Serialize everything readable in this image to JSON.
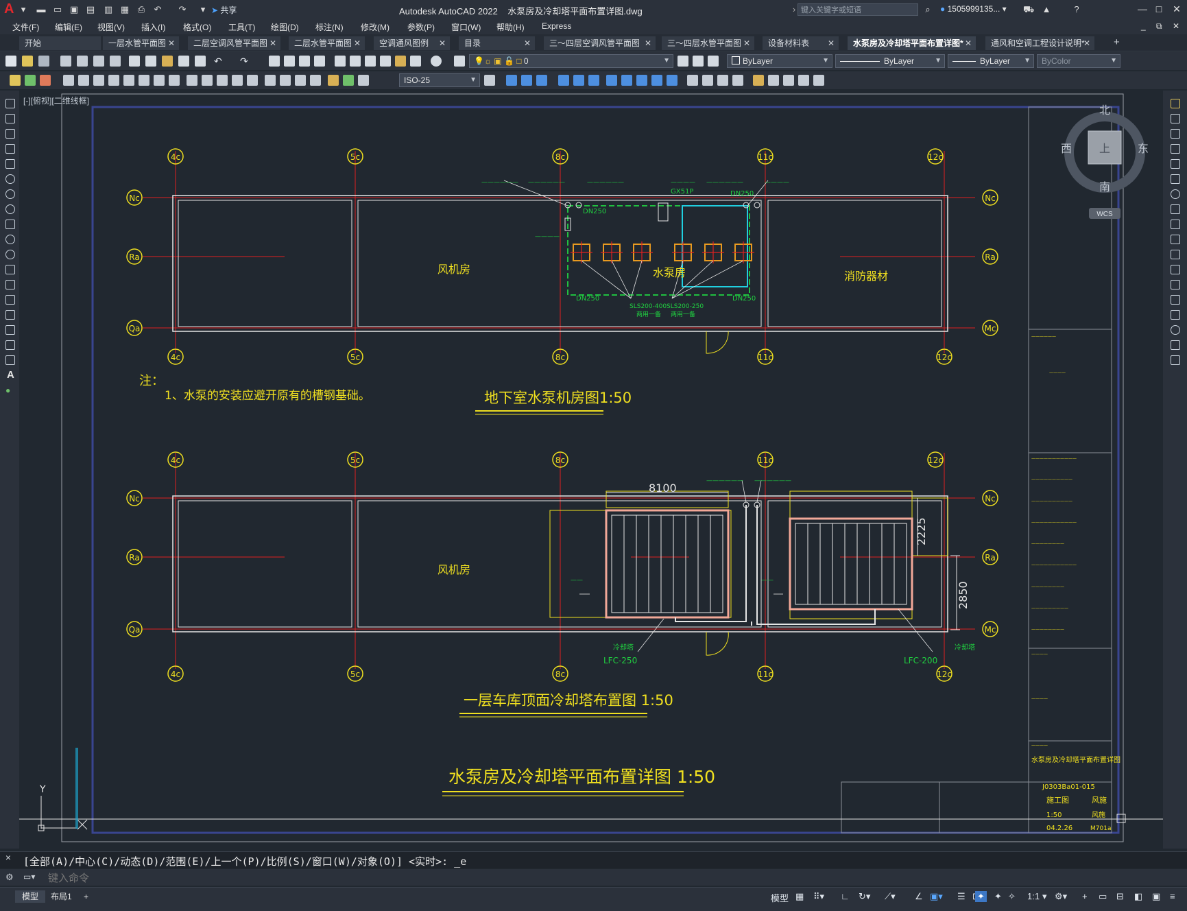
{
  "window": {
    "app_title": "Autodesk AutoCAD 2022",
    "file_name": "水泵房及冷却塔平面布置详图.dwg",
    "search_placeholder": "键入关键字或短语",
    "user": "1505999135...",
    "share_label": "共享"
  },
  "menu": [
    "文件(F)",
    "编辑(E)",
    "视图(V)",
    "插入(I)",
    "格式(O)",
    "工具(T)",
    "绘图(D)",
    "标注(N)",
    "修改(M)",
    "参数(P)",
    "窗口(W)",
    "帮助(H)",
    "Express"
  ],
  "tabs": [
    {
      "label": "开始",
      "closable": false
    },
    {
      "label": "一层水管平面图",
      "closable": true
    },
    {
      "label": "二层空调风管平面图",
      "closable": true
    },
    {
      "label": "二层水管平面图",
      "closable": true
    },
    {
      "label": "空调通风图例",
      "closable": true
    },
    {
      "label": "目录",
      "closable": true
    },
    {
      "label": "三～四层空调风管平面图",
      "closable": true
    },
    {
      "label": "三～四层水管平面图",
      "closable": true
    },
    {
      "label": "设备材料表",
      "closable": true
    },
    {
      "label": "水泵房及冷却塔平面布置详图*",
      "closable": true,
      "active": true
    },
    {
      "label": "通风和空调工程设计说明*",
      "closable": true
    }
  ],
  "toolbar": {
    "layer_value": "0",
    "color_value": "ByLayer",
    "linetype_value": "ByLayer",
    "lineweight_value": "ByLayer",
    "plotstyle_value": "ByColor",
    "dimstyle_value": "ISO-25"
  },
  "viewport": {
    "label": "[-][俯视][二维线框]",
    "compass": {
      "north": "北",
      "south": "南",
      "east": "东",
      "west": "西",
      "center": "上",
      "wcs": "WCS"
    }
  },
  "drawing": {
    "grid_labels_x": [
      "4c",
      "5c",
      "8c",
      "11c",
      "12c"
    ],
    "grid_labels_y_left": [
      "Nc",
      "Ra",
      "Qa"
    ],
    "grid_labels_y_right_top": [
      "Nc",
      "Ra",
      "Mc"
    ],
    "room_fan": "风机房",
    "room_pump": "水泵房",
    "room_fire": "消防器材",
    "note_title": "注：",
    "note_1": "1、水泵的安装应避开原有的槽钢基础。",
    "plan1_title": "地下室水泵机房图1:50",
    "plan2_title": "一层车库顶面冷却塔布置图 1:50",
    "main_title": "水泵房及冷却塔平面布置详图 1:50",
    "dim_8100": "8100",
    "dim_2225": "2225",
    "dim_2850": "2850",
    "pipe_dn250": "DN250",
    "equip_gx51p": "GX51P",
    "pump_model_1": "SLS200-400",
    "pump_model_2": "SLS200-250",
    "pump_note": "两用一备",
    "tower_1": "LFC-250",
    "tower_2": "LFC-200",
    "tower_label": "冷却塔",
    "titleblock_drawing_no": "J0303Ba01-015",
    "titleblock_stage": "施工图",
    "titleblock_scale": "1:50",
    "titleblock_date": "04.2.26",
    "titleblock_sheet": "M701a",
    "titleblock_major": "风施",
    "titleblock_name": "水泵房及冷却塔平面布置详图"
  },
  "command": {
    "history": "[全部(A)/中心(C)/动态(D)/范围(E)/上一个(P)/比例(S)/窗口(W)/对象(O)] <实时>: _e",
    "placeholder": "键入命令"
  },
  "status": {
    "layout_tabs": [
      "模型",
      "布局1"
    ],
    "model_label": "模型",
    "scale": "1:1"
  }
}
